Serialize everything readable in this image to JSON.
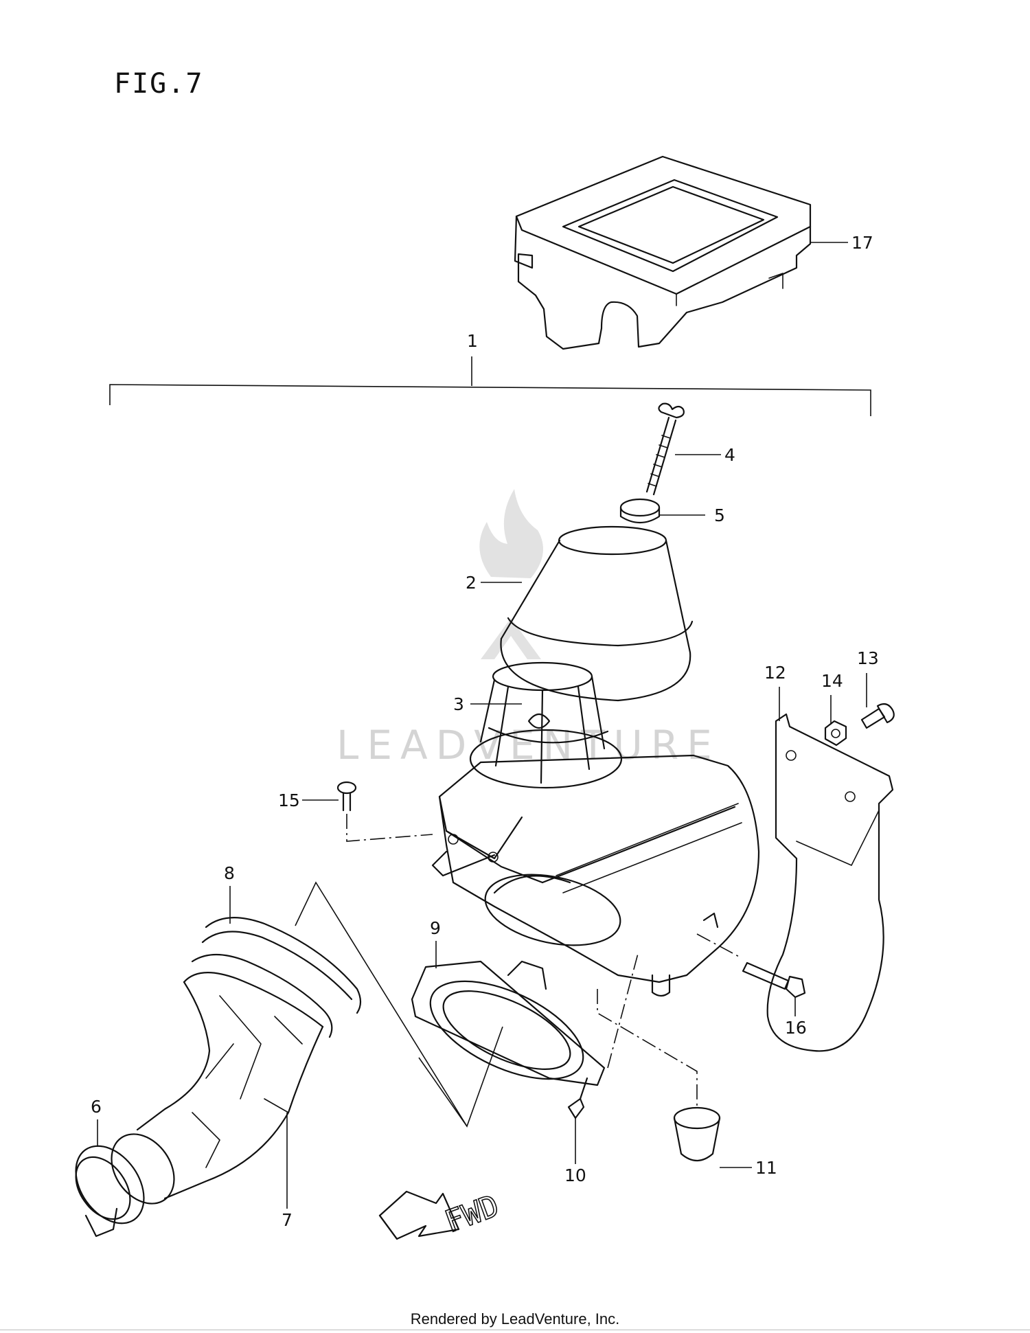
{
  "figure": {
    "title": "FIG.7"
  },
  "watermark": {
    "text": "LEADVENTURE"
  },
  "direction": {
    "label": "FWD"
  },
  "footer": {
    "text": "Rendered by LeadVenture, Inc."
  },
  "parts": [
    {
      "ref": "1"
    },
    {
      "ref": "2"
    },
    {
      "ref": "3"
    },
    {
      "ref": "4"
    },
    {
      "ref": "5"
    },
    {
      "ref": "6"
    },
    {
      "ref": "7"
    },
    {
      "ref": "8"
    },
    {
      "ref": "9"
    },
    {
      "ref": "10"
    },
    {
      "ref": "11"
    },
    {
      "ref": "12"
    },
    {
      "ref": "13"
    },
    {
      "ref": "14"
    },
    {
      "ref": "15"
    },
    {
      "ref": "16"
    },
    {
      "ref": "17"
    }
  ]
}
